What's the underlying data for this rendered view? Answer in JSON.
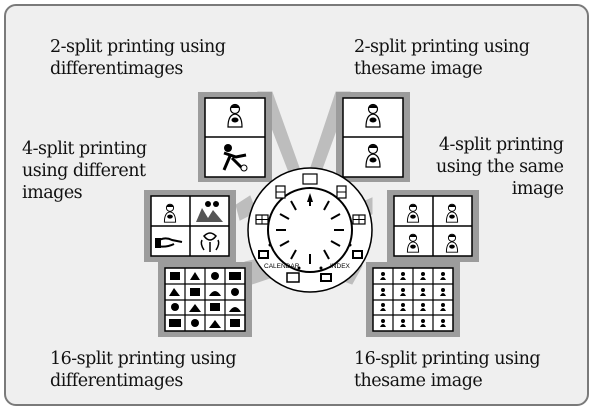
{
  "labels": {
    "top_left": "2-split printing using\ndifferentimages",
    "top_right": "2-split printing using\nthesame image",
    "mid_left": "4-split printing\nusing different\nimages",
    "mid_right": "4-split printing\nusing the same\nimage",
    "bottom_left": "16-split printing using\ndifferentimages",
    "bottom_right": "16-split printing using\nthesame image"
  },
  "dial": {
    "calendar_label": "CALENDAR",
    "index_label": "INDEX"
  }
}
